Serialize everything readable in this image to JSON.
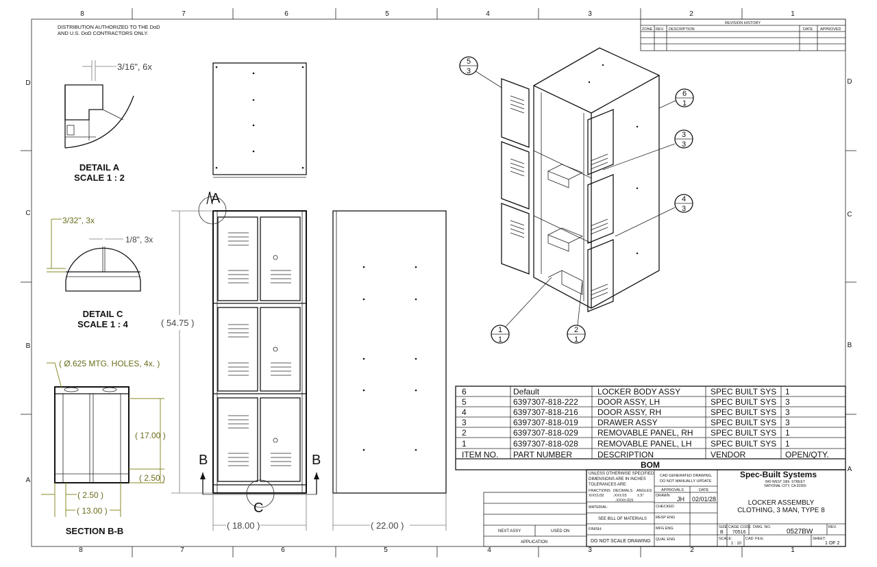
{
  "sheet": {
    "zone_cols_top": [
      "8",
      "7",
      "6",
      "5",
      "4",
      "3",
      "2",
      "1"
    ],
    "zone_cols_bottom": [
      "8",
      "7",
      "6",
      "5",
      "4",
      "3",
      "2",
      "1"
    ],
    "zone_rows_left": [
      "D",
      "C",
      "B",
      "A"
    ],
    "zone_rows_right": [
      "D",
      "C",
      "B",
      "A"
    ],
    "distribution_note_1": "DISTRIBUTION AUTHORIZED TO THE DoD",
    "distribution_note_2": "AND U.S. DoD CONTRACTORS ONLY."
  },
  "revision": {
    "title": "REVISION HISTORY",
    "headers": [
      "ZONE",
      "REV.",
      "DESCRIPTION",
      "DATE",
      "APPROVED"
    ]
  },
  "views": {
    "detail_a_title": "DETAIL A",
    "detail_a_scale": "SCALE 1 : 2",
    "detail_a_dim": "3/16\", 6x",
    "detail_c_title": "DETAIL C",
    "detail_c_scale": "SCALE 1 : 4",
    "detail_c_dim1": "3/32\", 3x",
    "detail_c_dim2": "1/8\", 3x",
    "section_title": "SECTION B-B",
    "section_holes": "( Ø.625 MTG. HOLES, 4x. )",
    "section_dim_17": "( 17.00 )",
    "section_dim_250r": "( 2.50 )",
    "section_dim_250": "( 2.50 )",
    "section_dim_13": "( 13.00 )",
    "front_height": "( 54.75 )",
    "front_width": "( 18.00 )",
    "side_width": "( 22.00 )",
    "label_a": "A",
    "label_b": "B",
    "label_c": "C"
  },
  "balloons": [
    {
      "num": "5",
      "qty": "3"
    },
    {
      "num": "6",
      "qty": "1"
    },
    {
      "num": "3",
      "qty": "3"
    },
    {
      "num": "4",
      "qty": "3"
    },
    {
      "num": "1",
      "qty": "1"
    },
    {
      "num": "2",
      "qty": "1"
    }
  ],
  "bom": {
    "title": "BOM",
    "headers": [
      "ITEM NO.",
      "PART NUMBER",
      "DESCRIPTION",
      "VENDOR",
      "OPEN/QTY."
    ],
    "rows": [
      [
        "6",
        "Default",
        "LOCKER BODY ASSY",
        "SPEC BUILT SYS",
        "1"
      ],
      [
        "5",
        "6397307-818-222",
        "DOOR ASSY, LH",
        "SPEC BUILT SYS",
        "3"
      ],
      [
        "4",
        "6397307-818-216",
        "DOOR ASSY, RH",
        "SPEC BUILT SYS",
        "3"
      ],
      [
        "3",
        "6397307-818-019",
        "DRAWER ASSY",
        "SPEC BUILT SYS",
        "3"
      ],
      [
        "2",
        "6397307-818-029",
        "REMOVABLE PANEL, RH",
        "SPEC BUILT SYS",
        "1"
      ],
      [
        "1",
        "6397307-818-028",
        "REMOVABLE PANEL, LH",
        "SPEC BUILT SYS",
        "1"
      ]
    ]
  },
  "title_block": {
    "tol_1": "UNLESS OTHERWISE SPECIFIED",
    "tol_2": "DIMENSIONS ARE IN INCHES",
    "tol_3": "TOLERANCES ARE:",
    "fractions": "FRACTIONS",
    "decimals": "DECIMALS",
    "angles": "ANGLES",
    "frac_val": "X/X±1/32",
    "dec_val1": ".XX±.03",
    "dec_val2": ".XXX±.015",
    "ang_val": "±.5°",
    "material": "MATERIAL:",
    "see_bom": "SEE BILL OF MATERIALS",
    "finish": "FINISH:",
    "do_not_scale": "DO NOT SCALE DRAWING",
    "next_assy": "NEXT ASSY",
    "used_on": "USED ON",
    "application": "APPLICATION",
    "cad_1": "CAD GENERATED DRAWING,",
    "cad_2": "DO NOT MANUALLY UPDATE",
    "approvals": "APPROVALS",
    "date_h": "DATE",
    "drawn": "DRAWN",
    "drawn_by": "JH",
    "drawn_date": "02/01/28",
    "checked": "CHECKED",
    "resp_eng": "RESP ENG",
    "mfg_eng": "MFG ENG",
    "qual_eng": "QUAL ENG",
    "company": "Spec-Built Systems",
    "addr_1": "840 WEST 19th. STREET",
    "addr_2": "NATIONAL CITY, CA  91950",
    "title_1": "LOCKER ASSEMBLY",
    "title_2": "CLOTHING, 3 MAN, TYPE 8",
    "size_h": "SIZE",
    "size": "B",
    "cage_h": "CAGE CODE",
    "cage": "70516",
    "dwg_h": "DWG. NO.",
    "dwg": "0527BW",
    "rev_h": "REV.",
    "scale_h": "SCALE:",
    "scale": "1 : 10",
    "cad_h": "CAD",
    "file_h": "FILE:",
    "sheet_h": "SHEET:",
    "sheet": "1  OF  2"
  }
}
